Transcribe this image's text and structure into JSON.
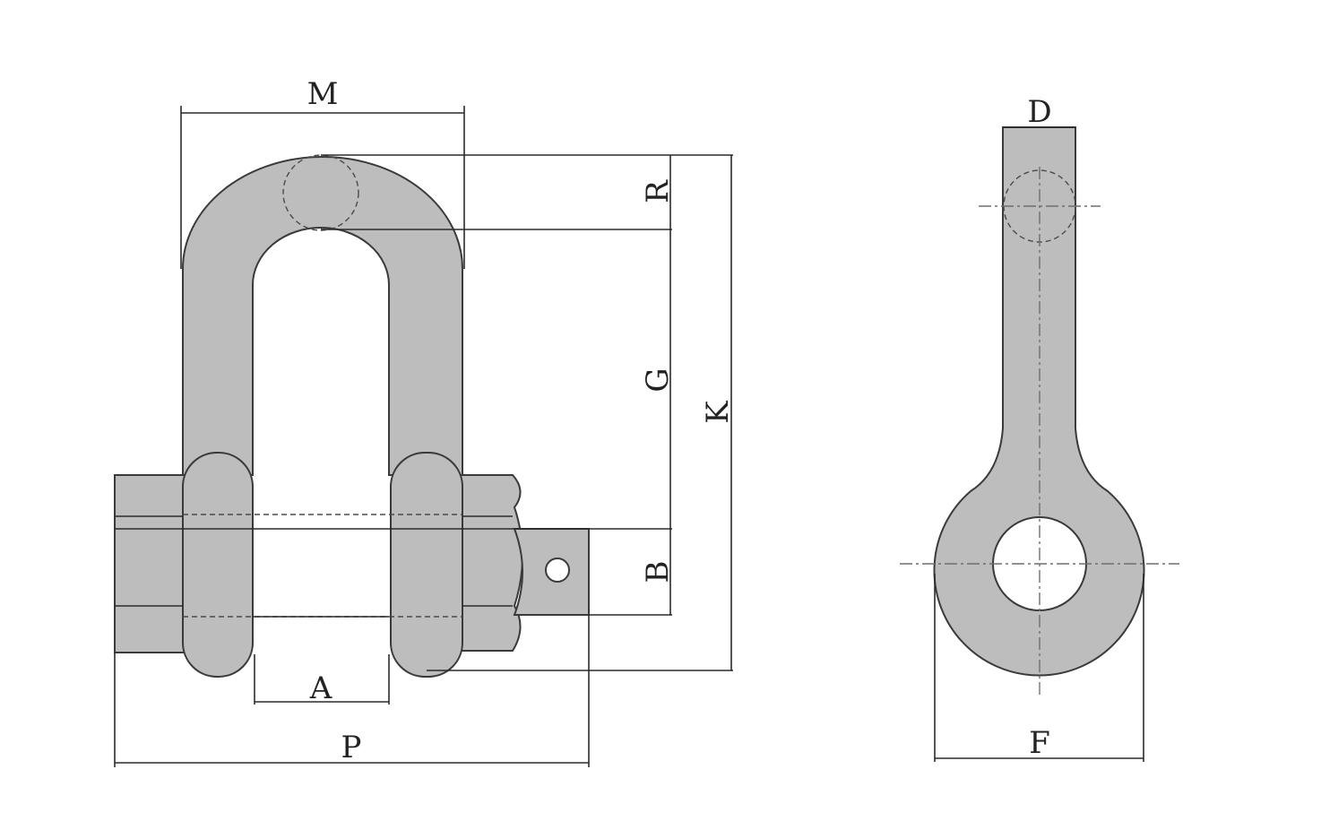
{
  "dimension_labels": {
    "m": "M",
    "r": "R",
    "g": "G",
    "k": "K",
    "b": "B",
    "a": "A",
    "p": "P",
    "d": "D",
    "f": "F"
  },
  "colors": {
    "body": "#bdbdbd",
    "outline": "#3a3a3a",
    "background": "#ffffff"
  }
}
